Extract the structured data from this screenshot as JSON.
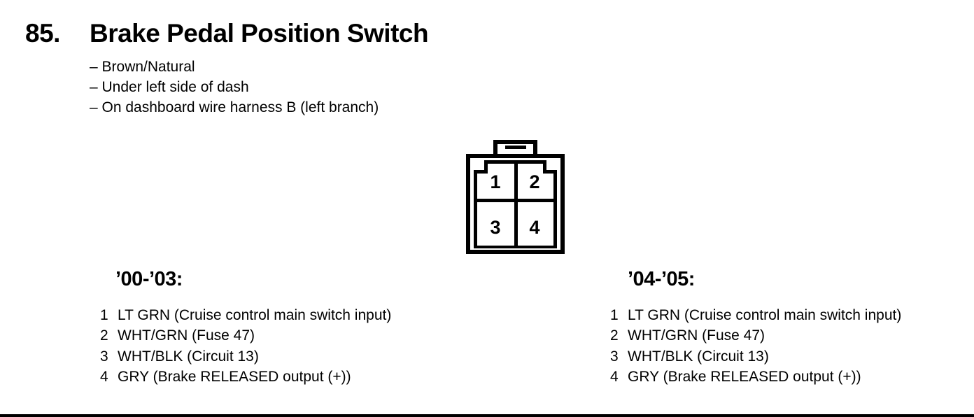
{
  "page": {
    "item_number": "85.",
    "title": "Brake Pedal Position Switch",
    "bullets": [
      "– Brown/Natural",
      "– Under left side of dash",
      "– On dashboard wire harness B (left branch)"
    ]
  },
  "connector": {
    "description": "4-pin connector front view with top locking tab",
    "pins": [
      "1",
      "2",
      "3",
      "4"
    ]
  },
  "columns": [
    {
      "heading": "’00-’03:",
      "pins": [
        {
          "num": "1",
          "desc": "LT GRN (Cruise control main switch input)"
        },
        {
          "num": "2",
          "desc": "WHT/GRN (Fuse 47)"
        },
        {
          "num": "3",
          "desc": "WHT/BLK (Circuit 13)"
        },
        {
          "num": "4",
          "desc": "GRY (Brake RELEASED output (+))"
        }
      ]
    },
    {
      "heading": "’04-’05:",
      "pins": [
        {
          "num": "1",
          "desc": "LT GRN (Cruise control main switch input)"
        },
        {
          "num": "2",
          "desc": "WHT/GRN (Fuse 47)"
        },
        {
          "num": "3",
          "desc": "WHT/BLK (Circuit 13)"
        },
        {
          "num": "4",
          "desc": "GRY (Brake RELEASED output (+))"
        }
      ]
    }
  ],
  "colors": {
    "text": "#000000",
    "background": "#ffffff"
  }
}
